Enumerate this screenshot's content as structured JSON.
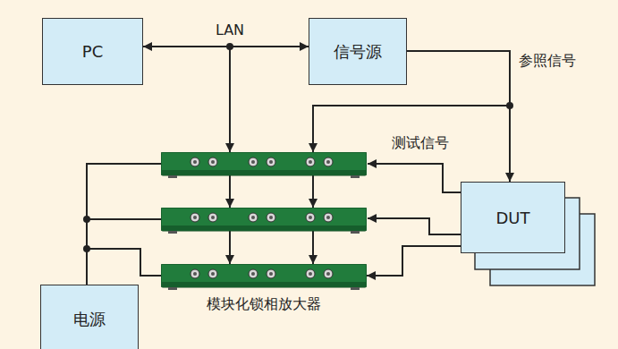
{
  "diagram": {
    "nodes": [
      {
        "text": [
          "PC"
        ]
      },
      {
        "text": [
          "信号源"
        ]
      },
      {
        "text": [
          "DUT"
        ]
      },
      {
        "text": [
          "电源"
        ]
      },
      {
        "text": [
          "模块化锁相放大器"
        ]
      }
    ],
    "edges": [
      {
        "from": 0,
        "to": 1,
        "arrow": "both",
        "label": "LAN"
      },
      {
        "from": 0,
        "to": 4,
        "arrow": "to"
      },
      {
        "from": 1,
        "to": 2,
        "arrow": "to",
        "label": "参照信号"
      },
      {
        "from": 1,
        "to": 4,
        "arrow": "to"
      },
      {
        "from": 2,
        "to": 4,
        "arrow": "to"
      },
      {
        "from": 3,
        "to": 4,
        "arrow": "none"
      }
    ],
    "labels": [
      "测试信号"
    ]
  }
}
